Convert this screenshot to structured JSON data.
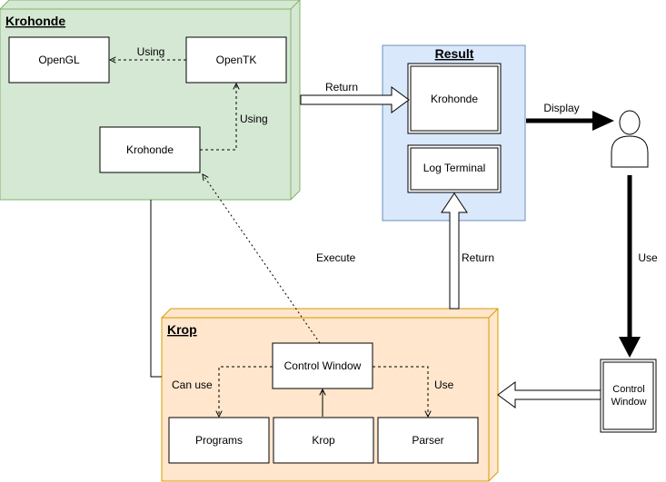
{
  "colors": {
    "krohonde_fill": "#d5e8d4",
    "krohonde_stroke": "#82b366",
    "result_fill": "#dae8fc",
    "result_stroke": "#6c8ebf",
    "krop_fill": "#ffe6cc",
    "krop_stroke": "#d79b00",
    "box_fill": "#ffffff",
    "line": "#000000"
  },
  "containers": {
    "krohonde": {
      "title": "Krohonde"
    },
    "result": {
      "title": "Result"
    },
    "krop": {
      "title": "Krop"
    }
  },
  "nodes": {
    "opengl": "OpenGL",
    "opentk": "OpenTK",
    "krohonde_inner": "Krohonde",
    "result_krohonde": "Krohonde",
    "log_terminal": "Log Terminal",
    "control_window": "Control Window",
    "programs": "Programs",
    "krop_inner": "Krop",
    "parser": "Parser",
    "control_window_right_line1": "Control",
    "control_window_right_line2": "Window"
  },
  "edges": {
    "using_1": "Using",
    "using_2": "Using",
    "return_top": "Return",
    "display": "Display",
    "use_right": "Use",
    "execute": "Execute",
    "return_mid": "Return",
    "can_use": "Can use",
    "use_bottom": "Use"
  },
  "icons": {
    "user": "user-icon"
  }
}
